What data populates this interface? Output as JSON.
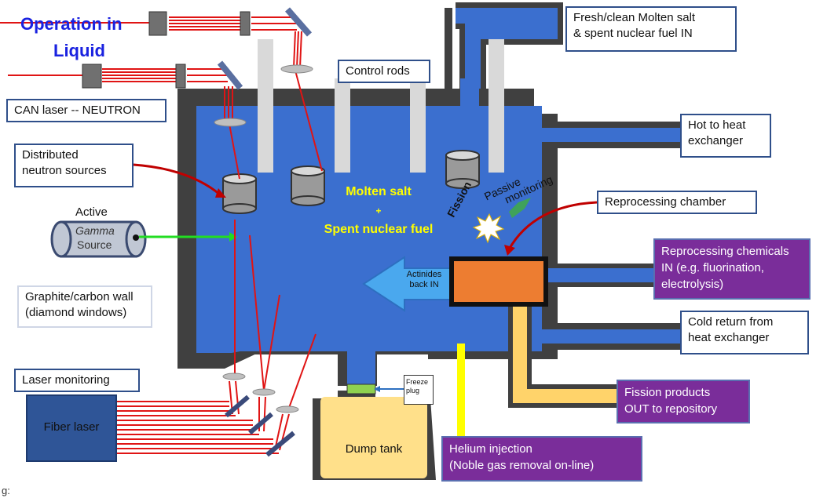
{
  "title": {
    "line1": "Operation in",
    "line2": "Liquid"
  },
  "labels": {
    "can_laser": "CAN laser -- NEUTRON",
    "control_rods": "Control rods",
    "fresh_salt": "Fresh/clean Molten salt\n& spent nuclear fuel IN",
    "hot_exchanger": "Hot to heat\nexchanger",
    "neutron_sources": "Distributed\nneutron sources",
    "reprocessing_chamber": "Reprocessing chamber",
    "reprocessing_chemicals": "Reprocessing chemicals\nIN (e.g. fluorination,\nelectrolysis)",
    "graphite_wall": "Graphite/carbon wall\n(diamond windows)",
    "cold_return": "Cold return from\nheat exchanger",
    "laser_monitoring": "Laser monitoring",
    "fission_products": "Fission products\nOUT to repository",
    "helium_injection": "Helium injection\n(Noble gas removal on-line)"
  },
  "core": {
    "line1": "Molten salt",
    "line2": "+",
    "line3": "Spent nuclear fuel"
  },
  "gamma": {
    "active": "Active",
    "gamma": "Gamma",
    "source": "Source"
  },
  "fission": "Fission",
  "passive": "Passive",
  "monitoring": "monitoring",
  "actinides": "Actinides\nback IN",
  "fiber_laser": "Fiber laser",
  "dump_tank": "Dump tank",
  "freeze_plug": "Freeze\nplug",
  "footnote": "g:",
  "colors": {
    "salt": "#3b6fcf",
    "wall": "#404040",
    "laser": "#e01414",
    "purple": "#7a2d9a",
    "orange": "#ed7d31",
    "tank": "#ffe08a",
    "title": "#1a22e0"
  }
}
